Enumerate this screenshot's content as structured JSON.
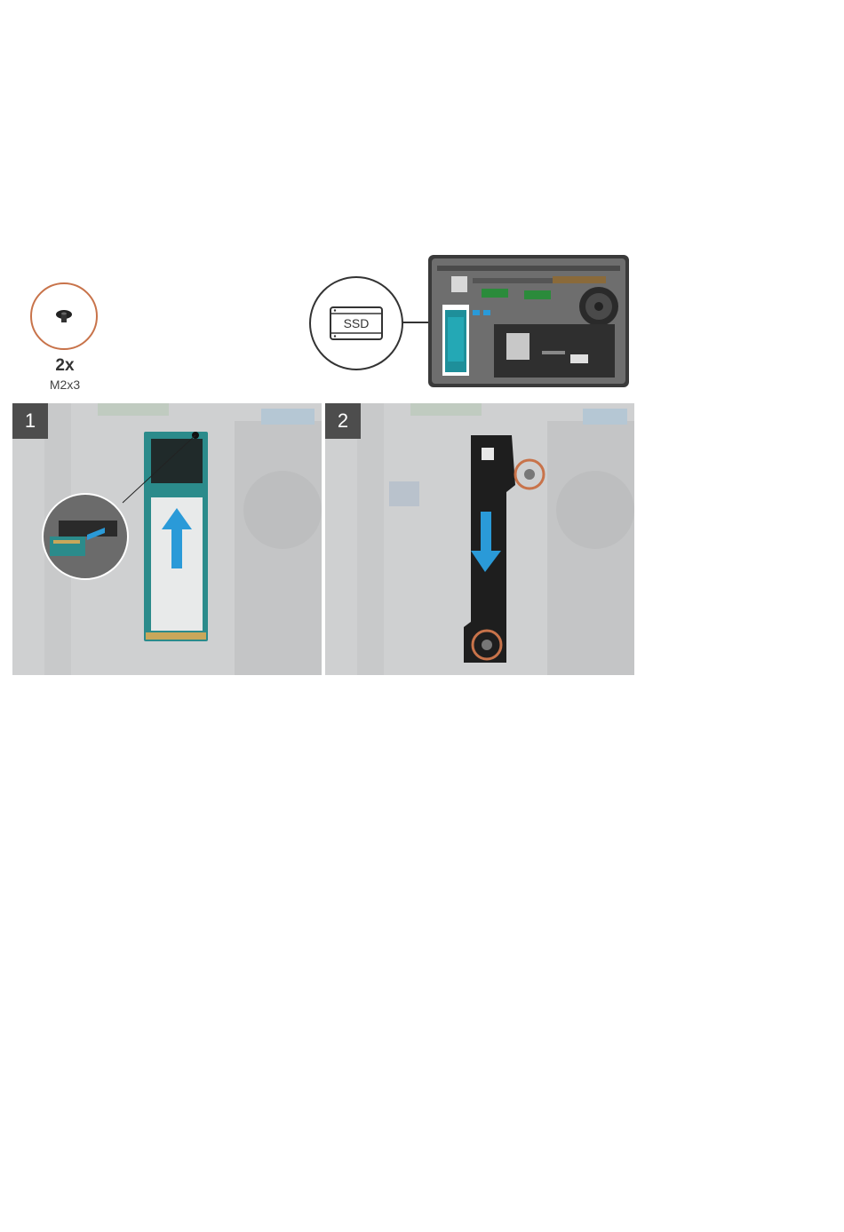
{
  "screw": {
    "count": "2x",
    "type": "M2x3"
  },
  "callout": {
    "label": "SSD"
  },
  "steps": [
    {
      "number": "1"
    },
    {
      "number": "2"
    }
  ],
  "colors": {
    "highlight": "#c8734a",
    "arrow": "#2a9ad8",
    "ssd_board": "#2b8b8b",
    "shield": "#1e1e1e"
  }
}
